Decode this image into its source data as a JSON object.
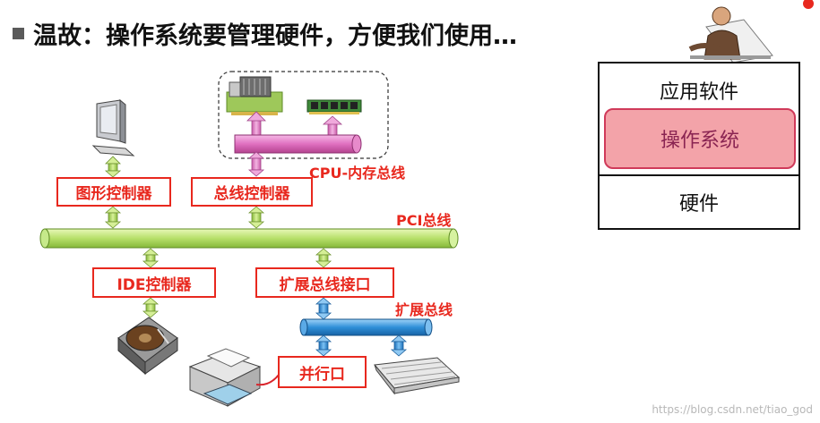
{
  "title": "温故：操作系统要管理硬件，方便我们使用…",
  "controllers": {
    "graphics": "图形控制器",
    "bus_controller": "总线控制器",
    "ide": "IDE控制器",
    "expansion_interface": "扩展总线接口",
    "parallel_port": "并行口"
  },
  "bus_labels": {
    "cpu_memory_bus": "CPU-内存总线",
    "pci_bus": "PCI总线",
    "expansion_bus": "扩展总线"
  },
  "layers": {
    "application": "应用软件",
    "os": "操作系统",
    "hardware": "硬件"
  },
  "watermark": "https://blog.csdn.net/tiao_god",
  "colors": {
    "pci_bus": "#b7e06a",
    "cpu_memory_bus": "#e070c0",
    "expansion_bus": "#2f8fd8",
    "controller_border": "#e8281e",
    "os_layer_fill": "#f3a3a9"
  },
  "icons": [
    "monitor-icon",
    "cpu-board-icon",
    "memory-module-icon",
    "hard-disk-icon",
    "printer-icon",
    "keyboard-icon",
    "presenter-person-icon"
  ]
}
